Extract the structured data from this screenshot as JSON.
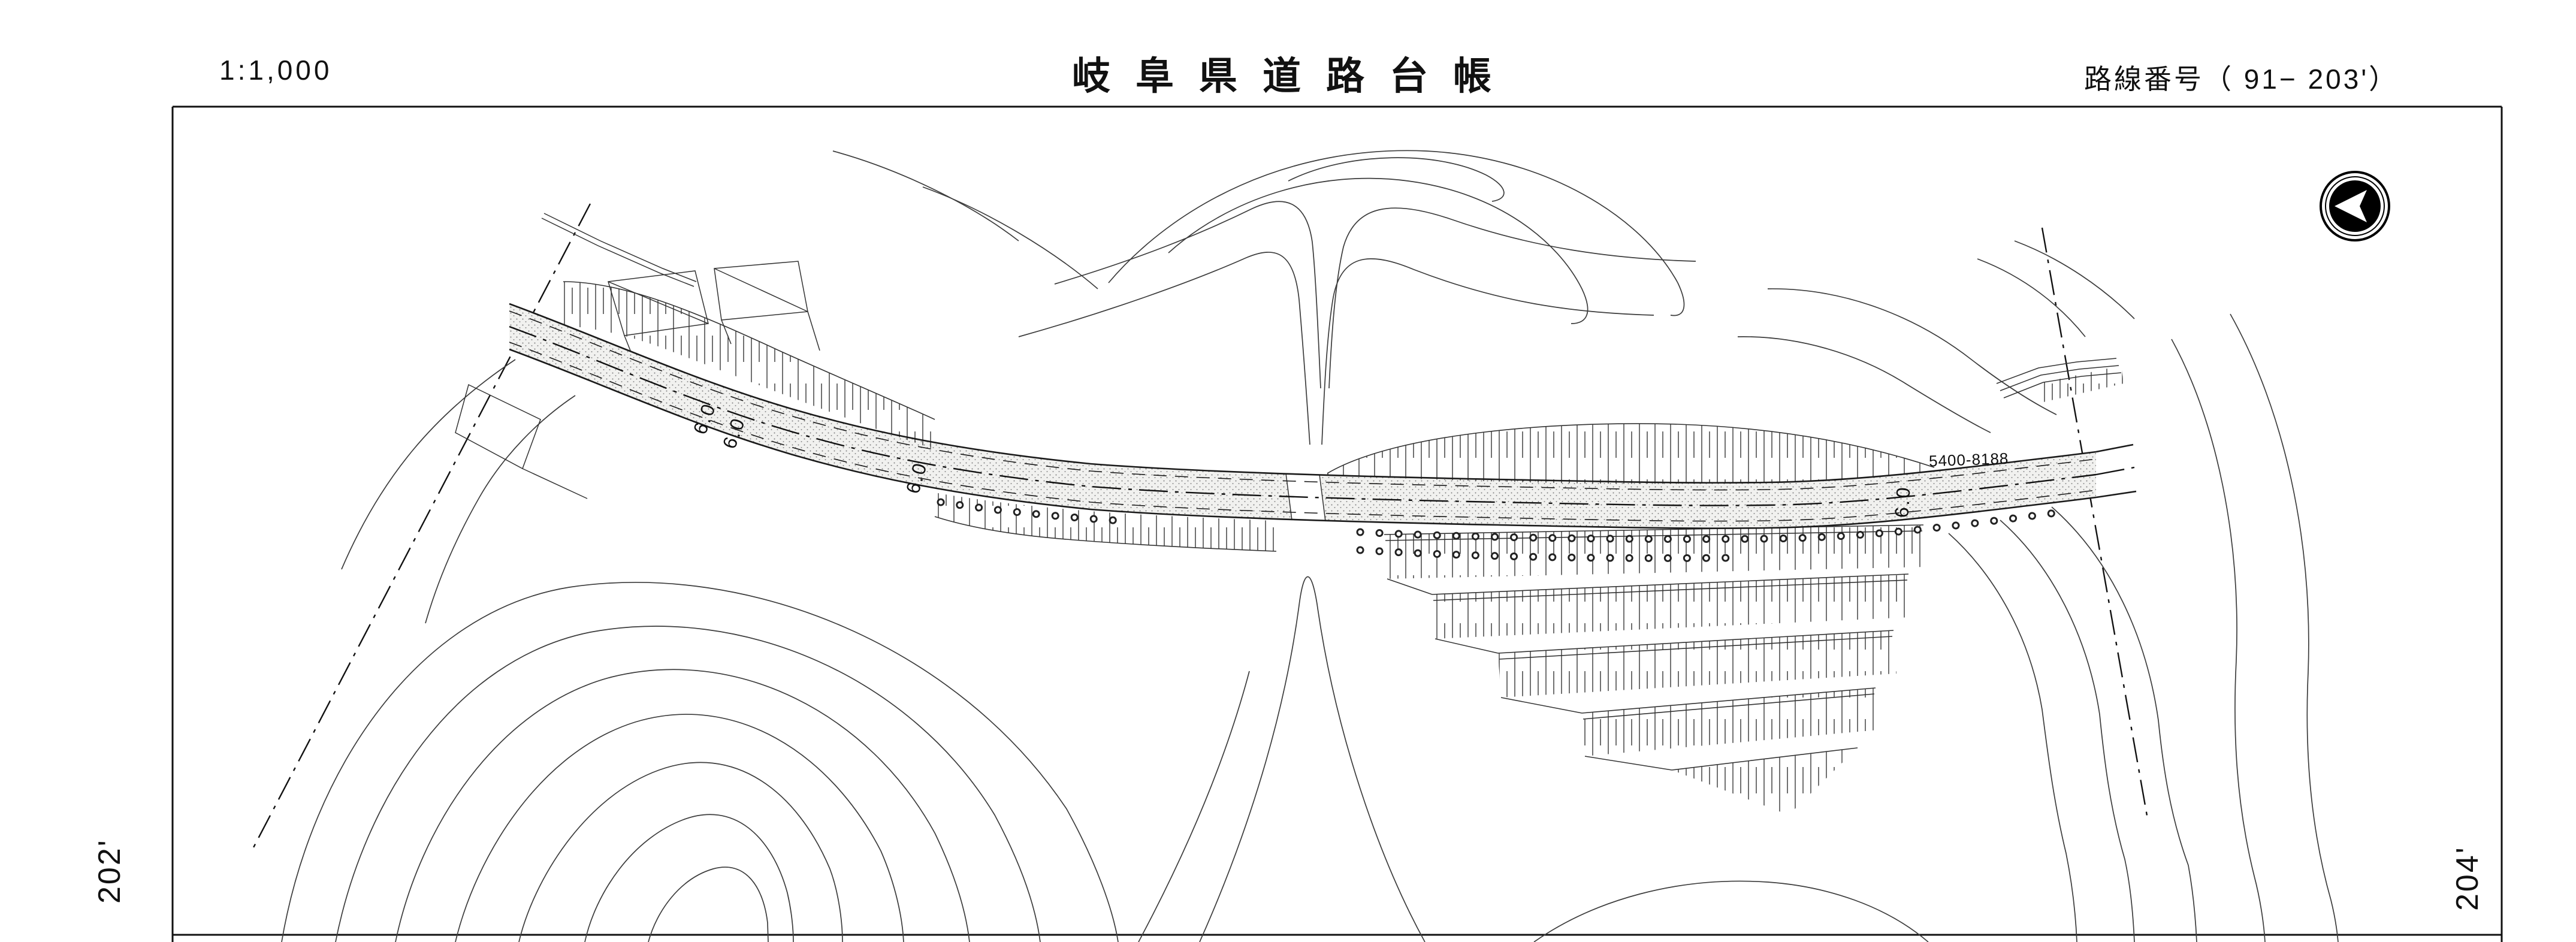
{
  "header": {
    "scale_label": "1:1,000",
    "title": "岐阜県道路台帳",
    "route_label": "路線番号（ 91− 203'）"
  },
  "map": {
    "road_width_labels": [
      "6.0",
      "6.0",
      "6.0",
      "6.0"
    ],
    "station_label": "5400-8188",
    "sheet_label_left": "202'",
    "sheet_label_right": "204'"
  },
  "icons": {
    "north_arrow": "north-arrow-icon"
  }
}
